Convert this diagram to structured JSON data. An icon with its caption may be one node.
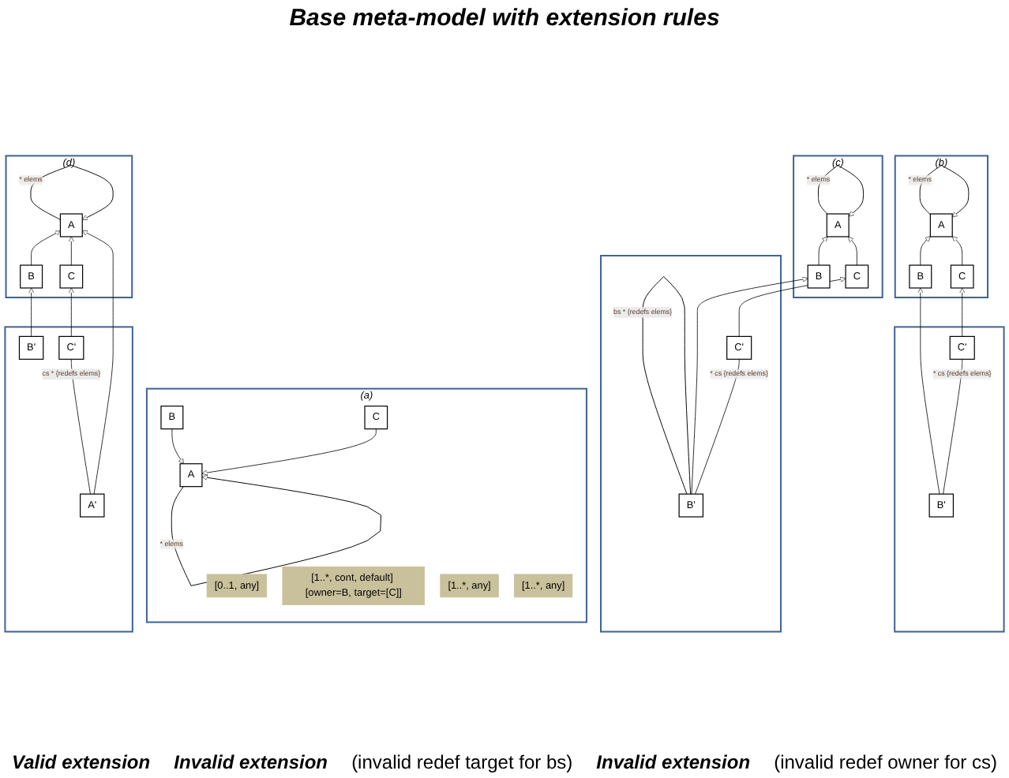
{
  "diagram": {
    "title": "Base meta-model with extension rules",
    "nodes": [
      {
        "text": [
          "(a)"
        ]
      },
      {
        "text": [
          "A"
        ],
        "in": 0
      },
      {
        "text": [
          "B"
        ],
        "in": 0
      },
      {
        "text": [
          "C"
        ],
        "in": 0
      },
      {
        "text": [
          "[0..1, any]"
        ],
        "in": 0
      },
      {
        "text": [
          "[1..*, cont, default] [owner=B, target=[C]]"
        ],
        "in": 0
      },
      {
        "text": [
          "[1..*, any]"
        ],
        "in": 0
      },
      {
        "text": [
          "[1..*, any]"
        ],
        "in": 0
      },
      {
        "text": [
          "(b)"
        ]
      },
      {
        "text": [
          "A"
        ],
        "in": 8
      },
      {
        "text": [
          "B"
        ],
        "in": 8
      },
      {
        "text": [
          "C"
        ],
        "in": 8
      },
      {
        "text": [],
        "shape": "box"
      },
      {
        "text": [
          "B'"
        ],
        "in": 12
      },
      {
        "text": [
          "C'"
        ],
        "in": 12
      },
      {
        "text": [
          "(c)"
        ]
      },
      {
        "text": [
          "A"
        ],
        "in": 15
      },
      {
        "text": [
          "B"
        ],
        "in": 15
      },
      {
        "text": [
          "C"
        ],
        "in": 15
      },
      {
        "text": [],
        "shape": "box"
      },
      {
        "text": [
          "B'"
        ],
        "in": 19
      },
      {
        "text": [
          "C'"
        ],
        "in": 19
      },
      {
        "text": [
          "(d)"
        ]
      },
      {
        "text": [
          "A"
        ],
        "in": 22
      },
      {
        "text": [
          "B"
        ],
        "in": 22
      },
      {
        "text": [
          "C"
        ],
        "in": 22
      },
      {
        "text": [],
        "shape": "box"
      },
      {
        "text": [
          "A'"
        ],
        "in": 26
      },
      {
        "text": [
          "B'"
        ],
        "in": 26
      },
      {
        "text": [
          "C'"
        ],
        "in": 26
      }
    ],
    "edges": [
      {
        "from": 1,
        "to": 1,
        "arrow": "to",
        "label": "* elems"
      },
      {
        "from": 2,
        "to": 1,
        "arrow": "to"
      },
      {
        "from": 3,
        "to": 1,
        "arrow": "to"
      },
      {
        "from": 9,
        "to": 9,
        "arrow": "to",
        "label": "* elems"
      },
      {
        "from": 10,
        "to": 9,
        "arrow": "to"
      },
      {
        "from": 11,
        "to": 9,
        "arrow": "to"
      },
      {
        "from": 13,
        "to": 10,
        "arrow": "to"
      },
      {
        "from": 14,
        "to": 11,
        "arrow": "to"
      },
      {
        "from": 13,
        "to": 14,
        "arrow": "other",
        "label": "* cs {redefs elems}"
      },
      {
        "from": 16,
        "to": 16,
        "arrow": "to",
        "label": "* elems"
      },
      {
        "from": 17,
        "to": 16,
        "arrow": "to"
      },
      {
        "from": 18,
        "to": 16,
        "arrow": "to"
      },
      {
        "from": 20,
        "to": 17,
        "arrow": "to"
      },
      {
        "from": 21,
        "to": 18,
        "arrow": "to"
      },
      {
        "from": 20,
        "to": 21,
        "arrow": "other",
        "label": "* cs {redefs elems}"
      },
      {
        "from": 20,
        "to": 20,
        "arrow": "other",
        "label": "bs * {redefs elems}"
      },
      {
        "from": 23,
        "to": 23,
        "arrow": "to",
        "label": "* elems"
      },
      {
        "from": 24,
        "to": 23,
        "arrow": "to"
      },
      {
        "from": 25,
        "to": 23,
        "arrow": "to"
      },
      {
        "from": 27,
        "to": 23,
        "arrow": "to"
      },
      {
        "from": 28,
        "to": 24,
        "arrow": "to"
      },
      {
        "from": 29,
        "to": 25,
        "arrow": "to"
      },
      {
        "from": 27,
        "to": 29,
        "arrow": "other",
        "label": "cs * {redefs elems}"
      }
    ],
    "labels": [
      "Valid extension",
      "Invalid extension",
      "(invalid redef target for bs)",
      "Invalid extension",
      "(invalid redef owner for cs)"
    ]
  }
}
